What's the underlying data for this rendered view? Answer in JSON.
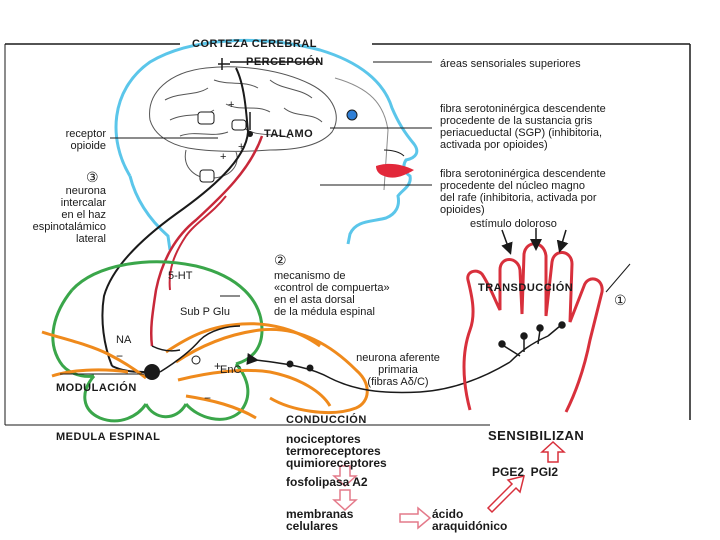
{
  "labels": {
    "cortex": "CORTEZA CEREBRAL",
    "perception": "PERCEPCIÓN",
    "sensory_areas": "áreas sensoriales superiores",
    "thalamus": "TALAMO",
    "opioid_receptor": "receptor\nopioide",
    "step3_marker": "③",
    "intercalar_neuron": "neurona\nintercalar\nen el haz\nespinotalámico\nlateral",
    "sgp_fiber": "fibra serotoninérgica descendente\nprocedente de la sustancia gris\nperiacueductal (SGP) (inhibitoria,\nactivada por opioides)",
    "raphe_fiber": "fibra serotoninérgica descendente\nprocedente del núcleo magno\ndel rafe (inhibitoria, activada por\nopioides)",
    "painful_stimulus": "estímulo doloroso",
    "transduction": "TRANSDUCCIÓN",
    "step1_marker": "①",
    "step2_marker": "②",
    "gate_control": "mecanismo de\n«control de compuerta»\nen el asta dorsal\nde la médula espinal",
    "ht5": "5-HT",
    "sub_p_glu": "Sub P Glu",
    "na": "NA",
    "enc": "EnC",
    "modulation": "MODULACIÓN",
    "afferent_neuron": "neurona aferente\nprimaria\n(fibras Aδ/C)",
    "conduction": "CONDUCCIÓN",
    "spinal_cord": "MEDULA ESPINAL",
    "receptors": "nociceptores\ntermoreceptores\nquimioreceptores",
    "phospholipase": "fosfolipasa A2",
    "membranes": "membranas\ncelulares",
    "arachidonic": "ácido\naraquidónico",
    "sensitize": "SENSIBILIZAN",
    "prostaglandins": "PGE2  PGI2"
  },
  "colors": {
    "outline": "#1a1a1a",
    "head_edge": "#5bc6ea",
    "red_fiber": "#c8283a",
    "green_spinal": "#3aa64a",
    "orange_fiber": "#ef8a1c",
    "hand_red": "#d8303c",
    "lips": "#e2283a",
    "eye": "#2f7fd6"
  },
  "icons": {
    "arrow_pink": "arrow-outline-pink",
    "arrow_red": "arrow-outline-red"
  }
}
